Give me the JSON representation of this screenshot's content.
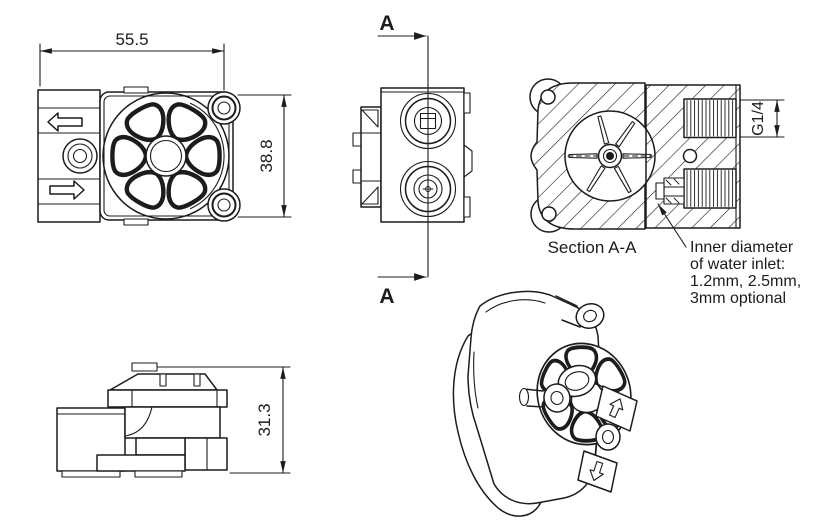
{
  "drawing": {
    "colors": {
      "background": "#ffffff",
      "line": "#1c1c1c"
    },
    "front_view": {
      "width_dim": "55.5",
      "height_dim": "38.8"
    },
    "end_view": {
      "section_label_top": "A",
      "section_label_bottom": "A"
    },
    "section_view": {
      "caption": "Section A-A",
      "thread_dim": "G1/4",
      "annotation_lines": [
        "Inner diameter",
        "of water inlet:",
        "1.2mm, 2.5mm,",
        "3mm optional"
      ]
    },
    "profile_view": {
      "height_dim": "31.3"
    }
  }
}
